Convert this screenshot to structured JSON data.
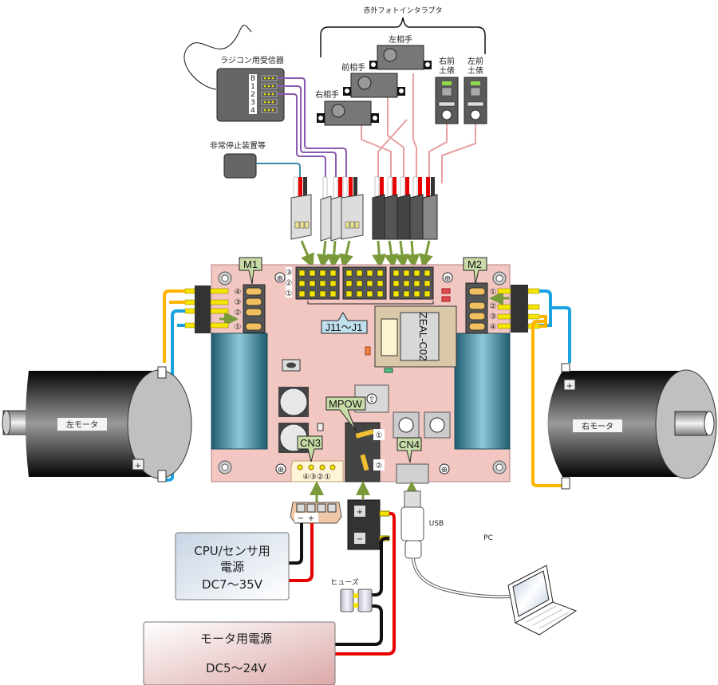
{
  "diagram": {
    "title": "ZEAL-C02 motor controller wiring diagram",
    "sensors": {
      "group_label": "赤外フォトインタラプタ",
      "left_opponent": "左相手",
      "front_opponent": "前相手",
      "right_opponent": "右相手",
      "right_front_ring": "右前\n土俵",
      "right_front_ring_l1": "右前",
      "right_front_ring_l2": "土俵",
      "left_front_ring_l1": "左前",
      "left_front_ring_l2": "土俵"
    },
    "rc_receiver": {
      "label": "ラジコン用受信器",
      "channels": [
        "B",
        "1",
        "2",
        "3",
        "4"
      ]
    },
    "emergency_stop": {
      "label": "非常停止装置等"
    },
    "board": {
      "module_label": "ZEAL-C02",
      "header_label": "J11〜J1",
      "header_rows": [
        "③",
        "②",
        "①"
      ],
      "m1": {
        "label": "M1",
        "pins": [
          "④",
          "③",
          "②",
          "①"
        ]
      },
      "m2": {
        "label": "M2",
        "pins": [
          "①",
          "②",
          "③",
          "④"
        ]
      },
      "mpow": {
        "label": "MPOW",
        "pins": [
          "①",
          "②"
        ],
        "arrow_glyph": "⇧"
      },
      "cn3": {
        "label": "CN3",
        "pins": "④③②①"
      },
      "cn4": {
        "label": "CN4"
      }
    },
    "motors": {
      "left": {
        "label": "左モータ",
        "plus": "+"
      },
      "right": {
        "label": "右モータ",
        "plus": "+"
      }
    },
    "power": {
      "cpu_supply": {
        "line1": "CPU/センサ用",
        "line2": "電源",
        "line3": "DC7〜35V"
      },
      "motor_supply": {
        "line1": "モータ用電源",
        "line2": "DC5〜24V"
      },
      "cn3_plug": {
        "minus": "−",
        "plus": "+"
      },
      "mpow_plug": {
        "plus": "+",
        "minus": "−"
      },
      "fuse_label": "ヒューズ"
    },
    "usb": {
      "label": "USB",
      "pc_label": "PC"
    },
    "colors": {
      "board_pink": "#f2c7c2",
      "header_yellow": "#f5e600",
      "arrow_green": "#7a9a3a",
      "callout_green": "#c9dca8",
      "callout_blue": "#bfe1ee",
      "wire_orange": "#ffb400",
      "wire_blue": "#1aa3e0",
      "wire_red": "#e60000",
      "wire_purple": "#8a5ab0",
      "wire_pink": "#e8a0a0",
      "wire_teal": "#3a8aa8"
    }
  }
}
